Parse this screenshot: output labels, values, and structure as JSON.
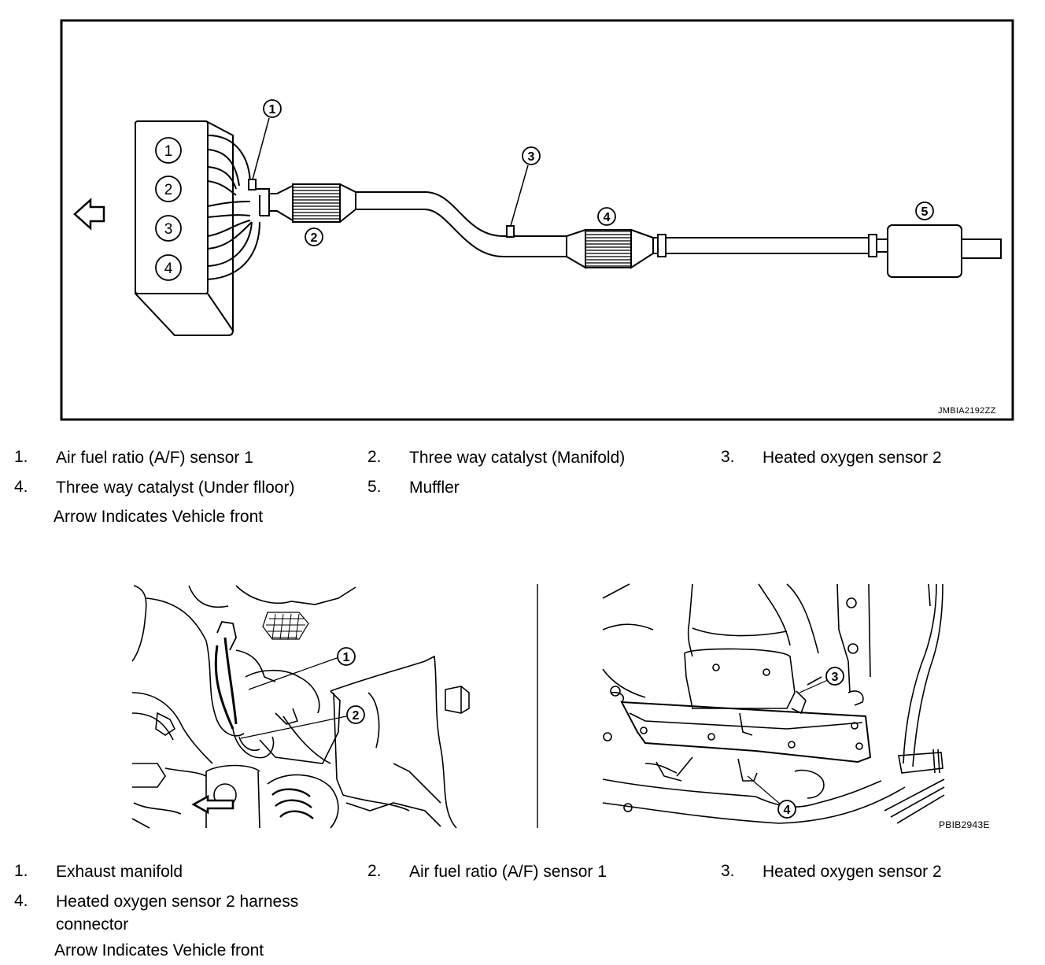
{
  "figure1": {
    "code": "JMBIA2192ZZ",
    "cylinders": [
      "1",
      "2",
      "3",
      "4"
    ],
    "callouts": [
      "1",
      "2",
      "3",
      "4",
      "5"
    ]
  },
  "legend1": {
    "items": [
      {
        "num": "1.",
        "label": "Air fuel ratio (A/F) sensor 1"
      },
      {
        "num": "2.",
        "label": "Three way catalyst (Manifold)"
      },
      {
        "num": "3.",
        "label": "Heated oxygen sensor 2"
      },
      {
        "num": "4.",
        "label": "Three way catalyst (Under flloor)"
      },
      {
        "num": "5.",
        "label": "Muffler"
      }
    ],
    "note": "Arrow Indicates Vehicle front"
  },
  "figure2": {
    "code": "PBIB2943E",
    "left_callouts": [
      "1",
      "2"
    ],
    "right_callouts": [
      "3",
      "4"
    ]
  },
  "legend2": {
    "items": [
      {
        "num": "1.",
        "label": "Exhaust manifold"
      },
      {
        "num": "2.",
        "label": "Air fuel ratio (A/F) sensor 1"
      },
      {
        "num": "3.",
        "label": "Heated oxygen sensor 2"
      },
      {
        "num": "4.",
        "label": "Heated oxygen sensor 2 harness connector"
      }
    ],
    "note": "Arrow Indicates Vehicle front"
  }
}
